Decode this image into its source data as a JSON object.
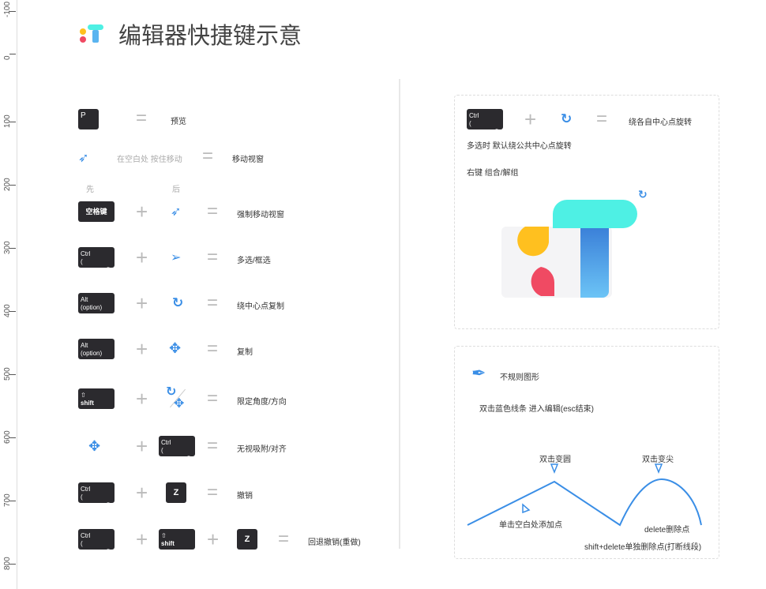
{
  "ruler": {
    "labels": [
      "-100",
      "0",
      "100",
      "200",
      "300",
      "400",
      "500",
      "600",
      "700",
      "800"
    ]
  },
  "title": "编辑器快捷键示意",
  "keys": {
    "p": "P",
    "space": "空格键",
    "ctrl": "Ctrl",
    "command": "( command)",
    "alt": "Alt",
    "option": "(option)",
    "shift": "shift",
    "z": "Z"
  },
  "rows": {
    "preview": "预览",
    "drag_hint": "在空白处 按住移动",
    "move_view": "移动视窗",
    "first": "先",
    "then": "后",
    "force_move": "强制移动视窗",
    "multi_select": "多选/框选",
    "rotate_copy": "绕中心点复制",
    "copy": "复制",
    "constrain": "限定角度/方向",
    "no_snap": "无视吸附/对齐",
    "undo": "撤销",
    "redo": "回退撤销(重做)"
  },
  "panel1": {
    "result": "绕各自中心点旋转",
    "note1": "多选时 默认绕公共中心点旋转",
    "note2": "右键 组合/解组"
  },
  "panel2": {
    "title": "不规则图形",
    "hint": "双击蓝色线条 进入编辑(esc结束)",
    "round": "双击变圆",
    "sharp": "双击变尖",
    "add_point": "单击空白处添加点",
    "delete_point": "delete删除点",
    "shift_delete": "shift+delete单独删除点(打断线段)"
  },
  "colors": {
    "key": "#2b2a2e",
    "accent": "#3a8ee6",
    "cyan": "#4ef0e4",
    "yellow": "#ffc01f",
    "red": "#f04a63"
  }
}
